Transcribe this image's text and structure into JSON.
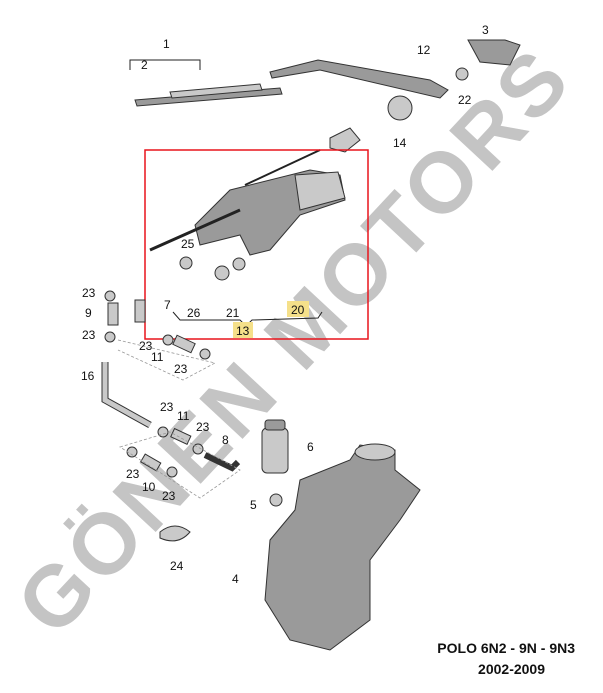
{
  "diagram": {
    "labels": {
      "l1": "1",
      "l2": "2",
      "l3": "3",
      "l12": "12",
      "l22": "22",
      "l14": "14",
      "l25": "25",
      "l26": "26",
      "l21": "21",
      "l20": "20",
      "l13": "13",
      "l7": "7",
      "l23a": "23",
      "l9": "9",
      "l23b": "23",
      "l23c": "23",
      "l11a": "11",
      "l23d": "23",
      "l16": "16",
      "l23e": "23",
      "l11b": "11",
      "l23f": "23",
      "l8": "8",
      "l6": "6",
      "l23g": "23",
      "l10": "10",
      "l23h": "23",
      "l5": "5",
      "l24": "24",
      "l4": "4"
    },
    "watermark": "GÖNEN MOTORS",
    "highlight_color": "#f5e08a",
    "frame_color": "#e8141c"
  },
  "footer": {
    "model": "POLO 6N2 - 9N - 9N3",
    "years": "2002-2009"
  }
}
